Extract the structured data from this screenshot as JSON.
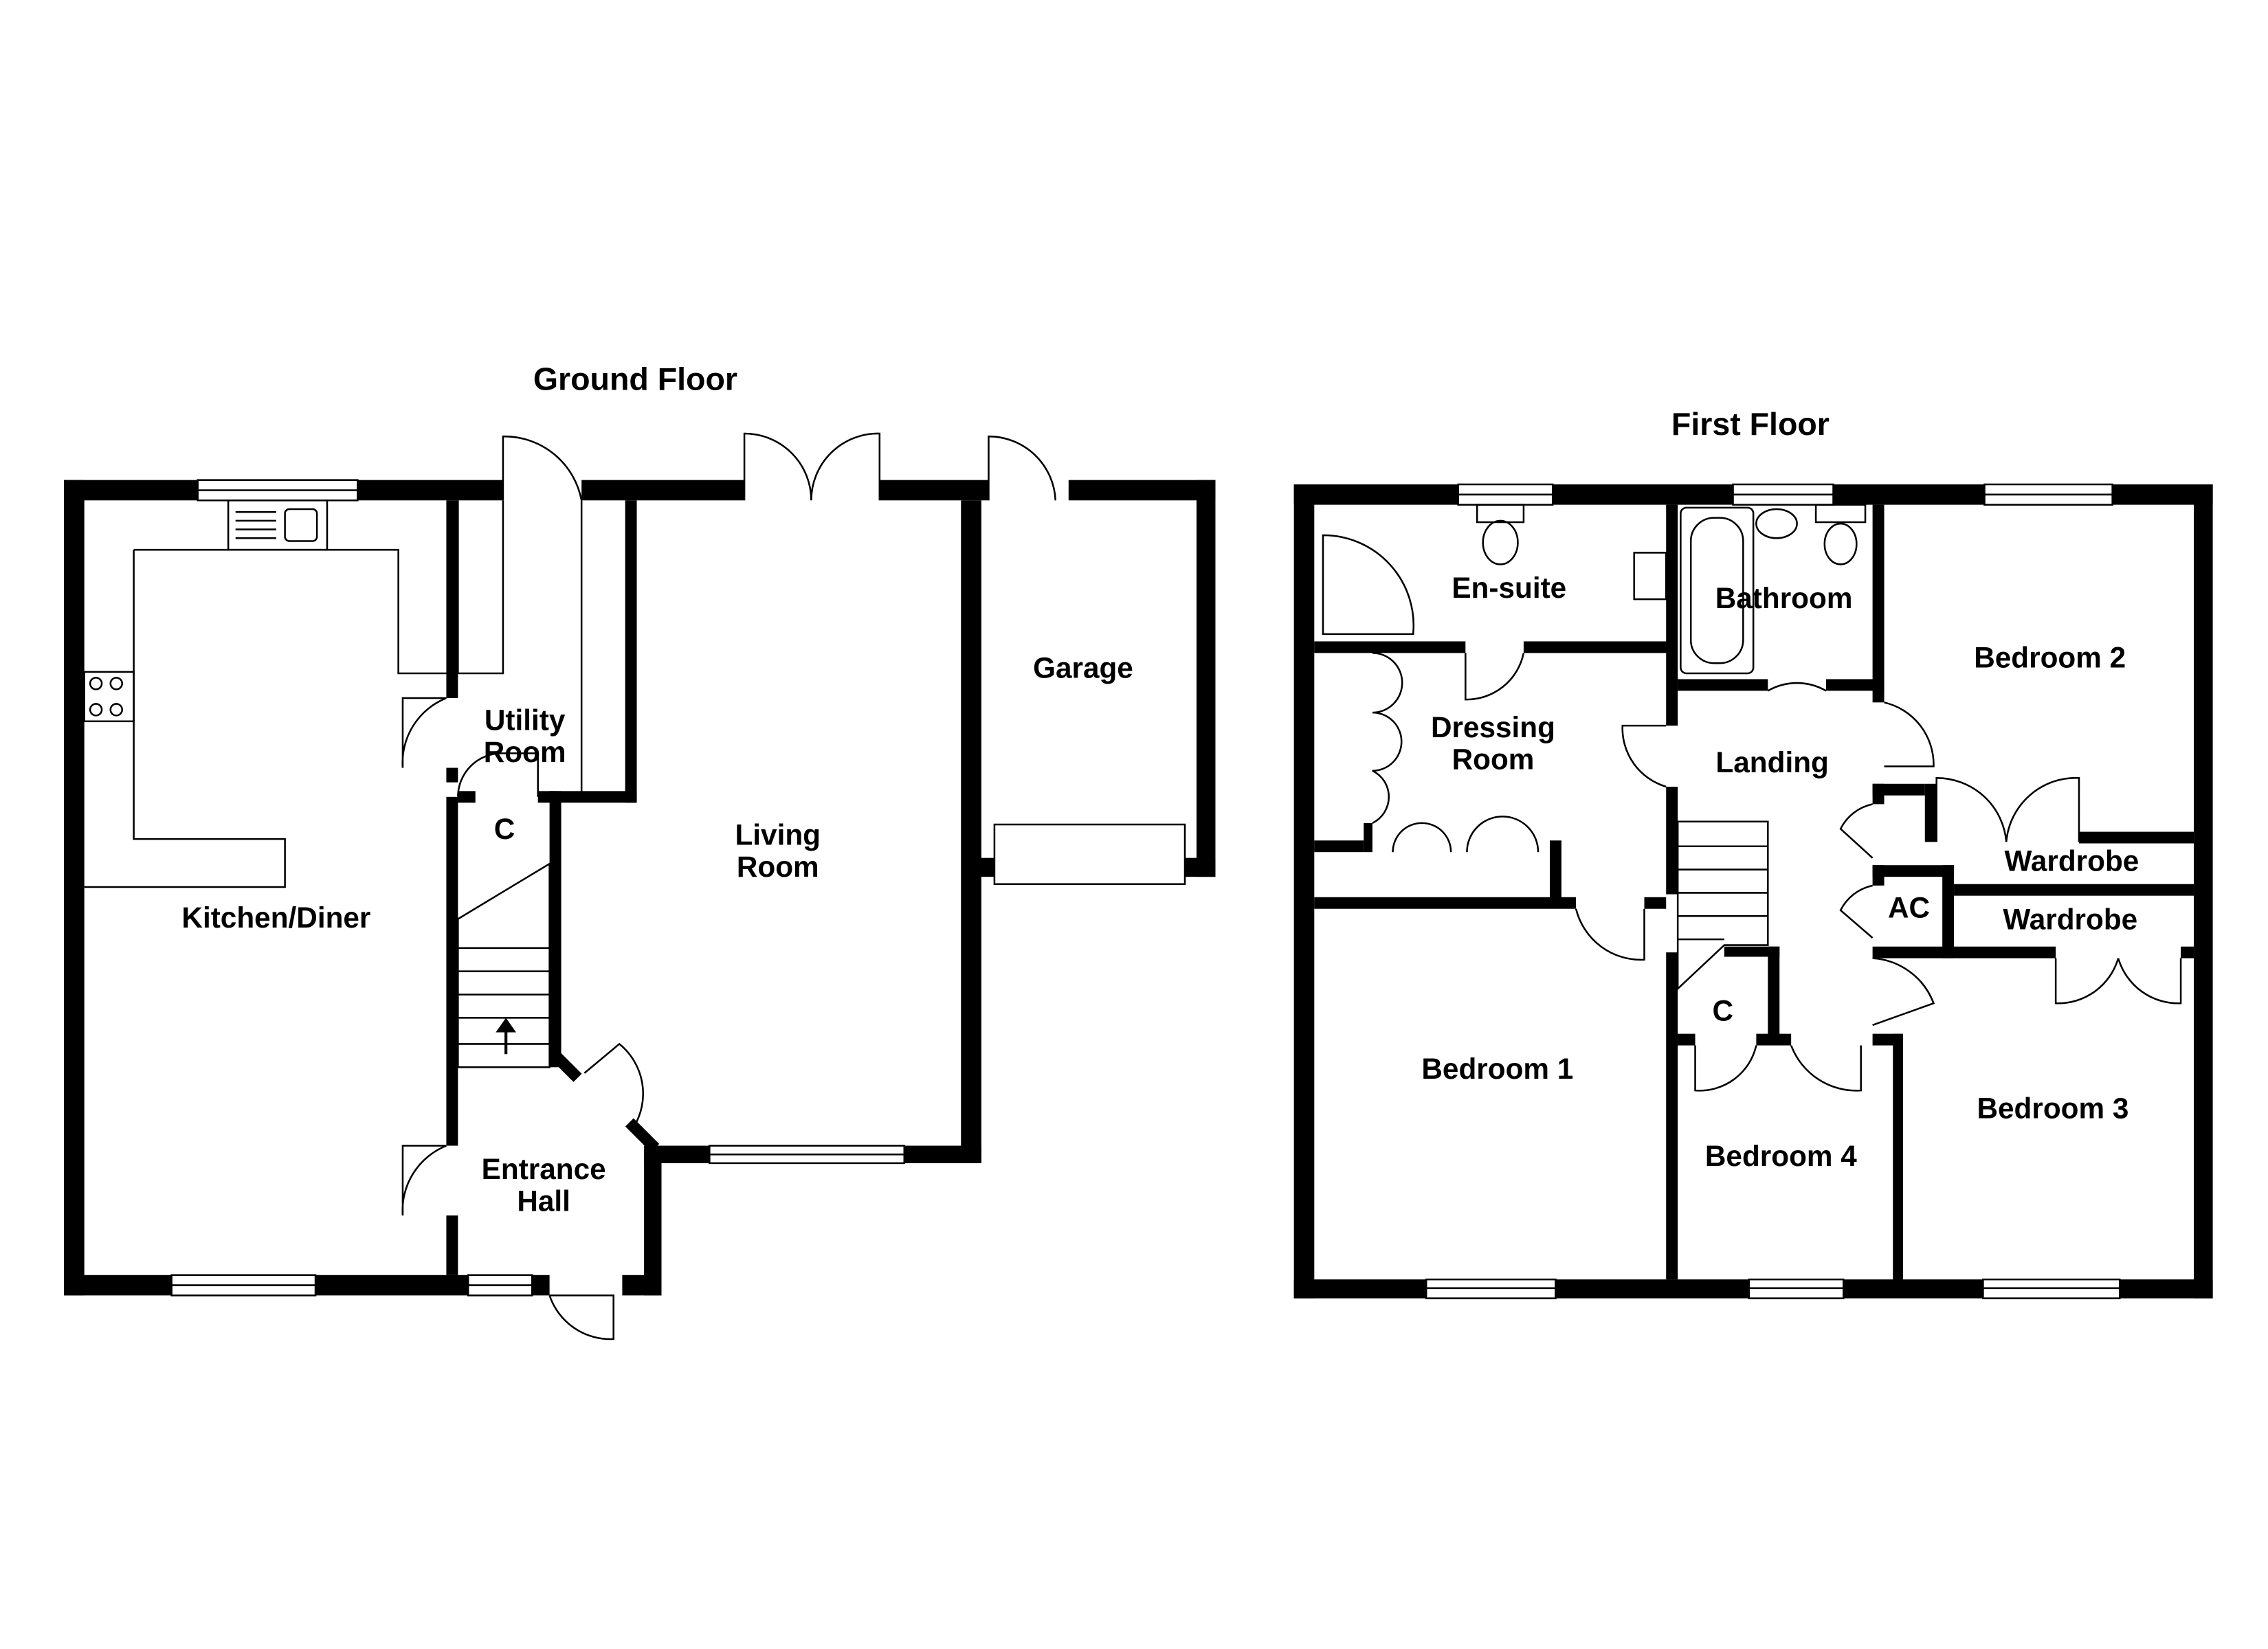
{
  "ground_floor": {
    "title": "Ground Floor",
    "rooms": {
      "kitchen": "Kitchen/Diner",
      "utility_1": "Utility",
      "utility_2": "Room",
      "cupboard": "C",
      "living_1": "Living",
      "living_2": "Room",
      "garage": "Garage",
      "hall_1": "Entrance",
      "hall_2": "Hall"
    }
  },
  "first_floor": {
    "title": "First Floor",
    "rooms": {
      "ensuite": "En-suite",
      "bathroom": "Bathroom",
      "bedroom2": "Bedroom 2",
      "dressing_1": "Dressing",
      "dressing_2": "Room",
      "landing": "Landing",
      "wardrobe_a": "Wardrobe",
      "wardrobe_b": "Wardrobe",
      "ac": "AC",
      "cupboard": "C",
      "bedroom1": "Bedroom 1",
      "bedroom4": "Bedroom 4",
      "bedroom3": "Bedroom 3"
    }
  },
  "colors": {
    "wall": "#000000",
    "background": "#ffffff"
  }
}
